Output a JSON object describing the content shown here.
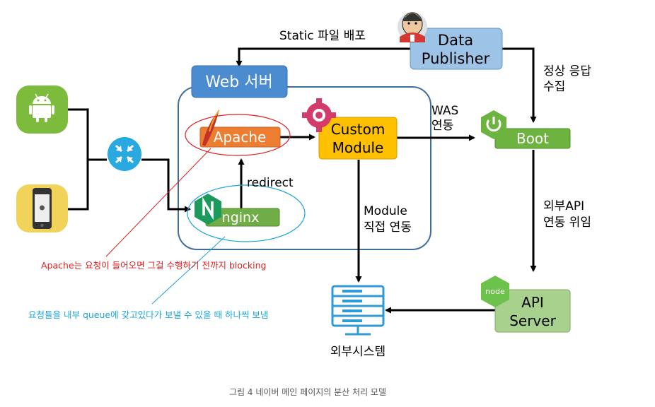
{
  "labels": {
    "static_deploy": "Static 파일 배포",
    "data_publisher_1": "Data",
    "data_publisher_2": "Publisher",
    "normal_response_1": "정상 응답",
    "normal_response_2": "수집",
    "web_server": "Web 서버",
    "apache": "Apache",
    "custom_module_1": "Custom",
    "custom_module_2": "Module",
    "was_1": "WAS",
    "was_2": "연동",
    "boot": "Boot",
    "redirect": "redirect",
    "nginx": "nginx",
    "module_direct_1": "Module",
    "module_direct_2": "직접 연동",
    "external_api_1": "외부API",
    "external_api_2": "연동 위임",
    "api_server_1": "API",
    "api_server_2": "Server",
    "node_badge": "node",
    "external_system": "외부시스템",
    "apache_note": "Apache는 요청이 들어오면 그걸 수행하기 전까지 blocking",
    "nginx_note": "요청들을 내부 queue에 갖고있다가 보낼 수 있을 때 하나씩 보냄",
    "caption": "그림 4 네이버 메인 페이지의 분산 처리 모델"
  },
  "colors": {
    "android_green": "#7dbb3c",
    "router_blue": "#29a9e0",
    "web_server_blue": "#4a8ccf",
    "apache_orange": "#ed7d31",
    "module_yellow": "#ffc000",
    "boot_green": "#6db33f",
    "nginx_green": "#70ad47",
    "publisher_blue": "#9dc3e6",
    "api_server_green": "#a9d18e",
    "apache_note_red": "#e02020",
    "nginx_note_blue": "#1aa3d9",
    "system_blue": "#2e9ad6"
  }
}
